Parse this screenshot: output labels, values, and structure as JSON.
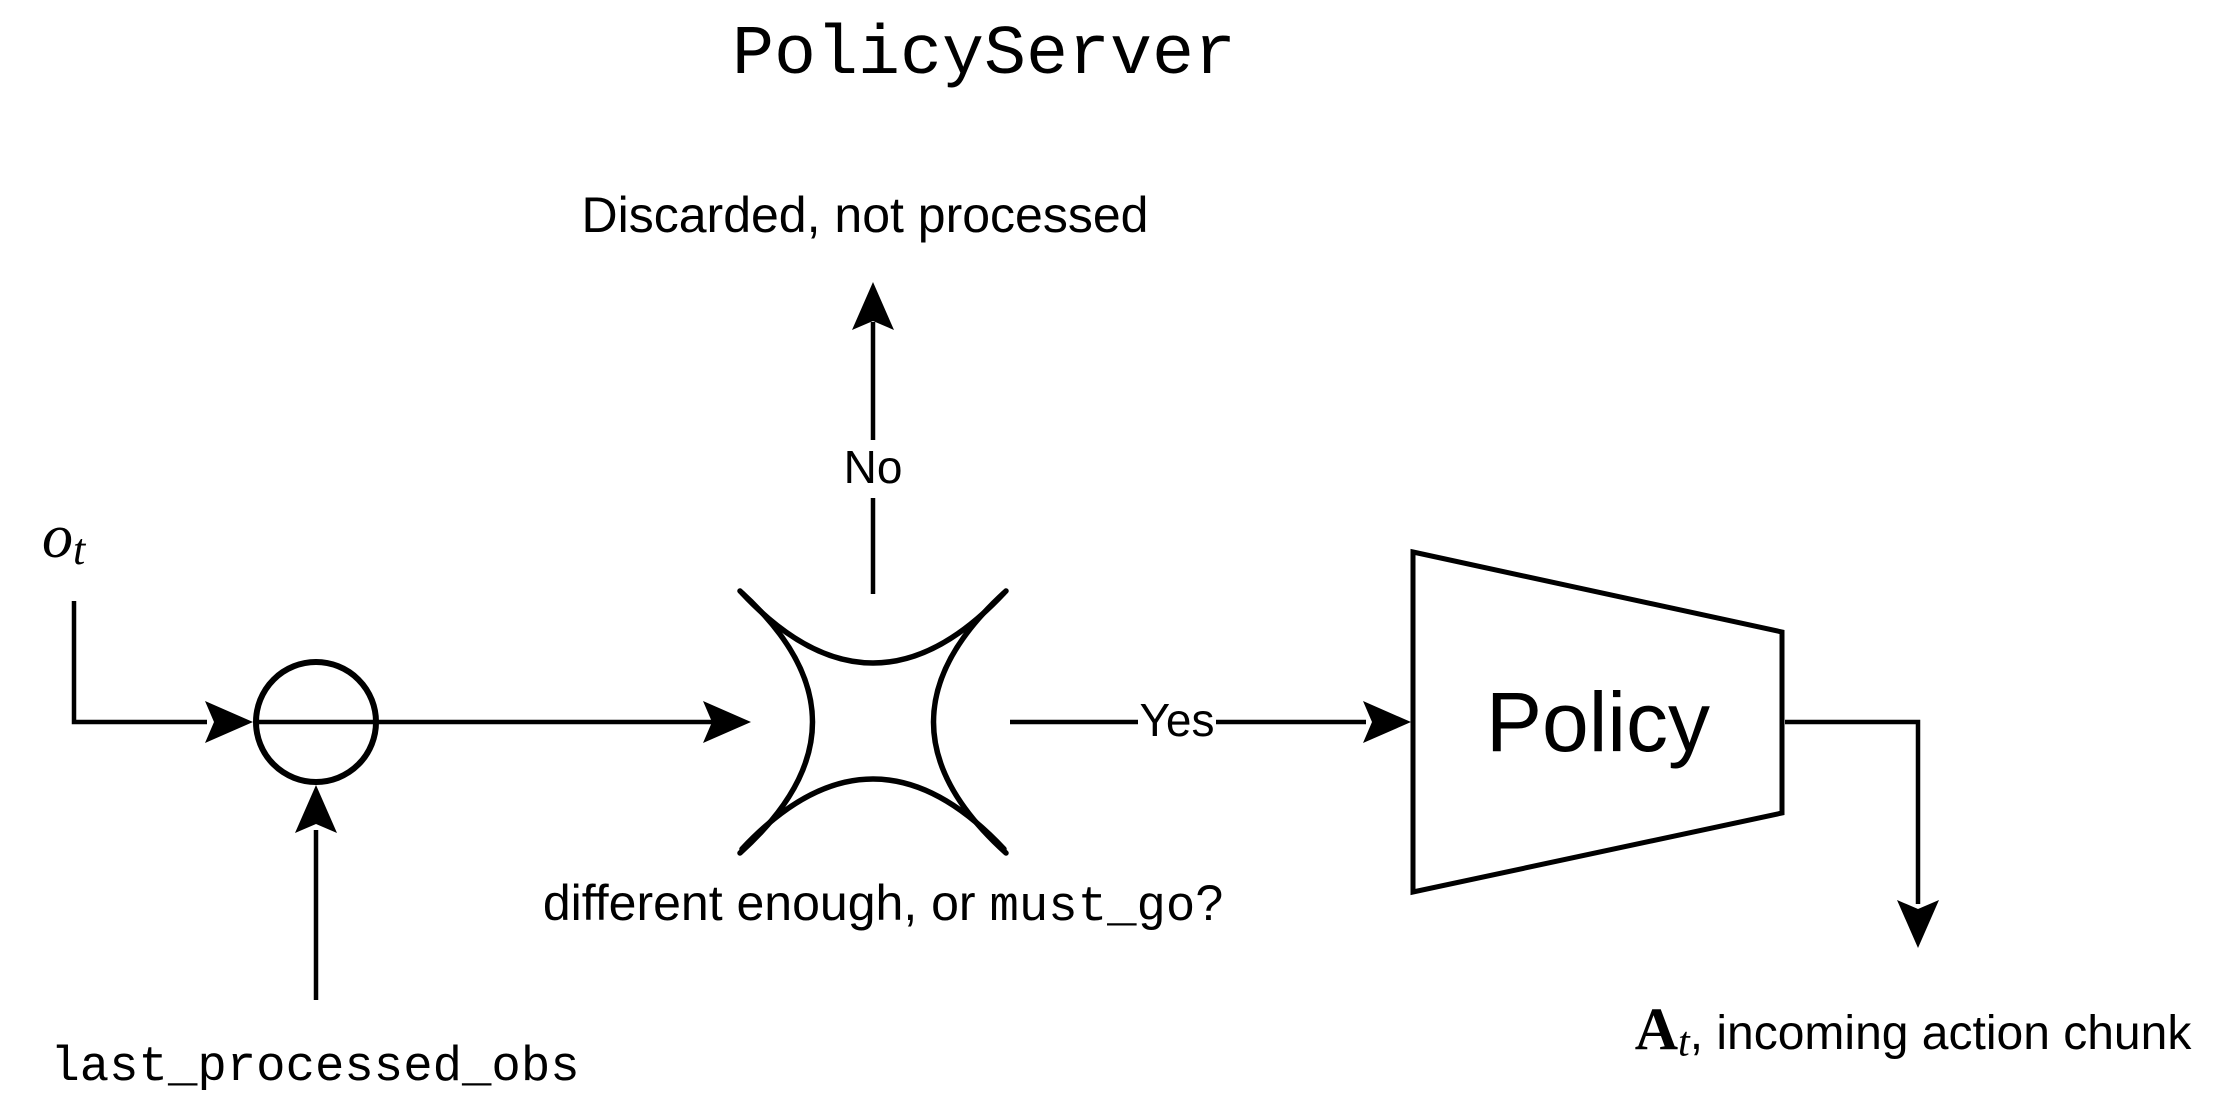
{
  "title": "PolicyServer",
  "colors": {
    "ink": "#000000",
    "background": "#ffffff"
  },
  "labels": {
    "discarded": "Discarded, not processed",
    "no": "No",
    "yes": "Yes",
    "policy": "Policy"
  },
  "math": {
    "observation_symbol": "o",
    "observation_subscript": "t",
    "action_symbol": "A",
    "action_subscript": "t",
    "action_suffix": ", incoming action chunk"
  },
  "code": {
    "last_processed_obs": "last_processed_obs"
  },
  "question": {
    "prefix": "different enough, or ",
    "code": "must_go",
    "suffix": "?"
  }
}
